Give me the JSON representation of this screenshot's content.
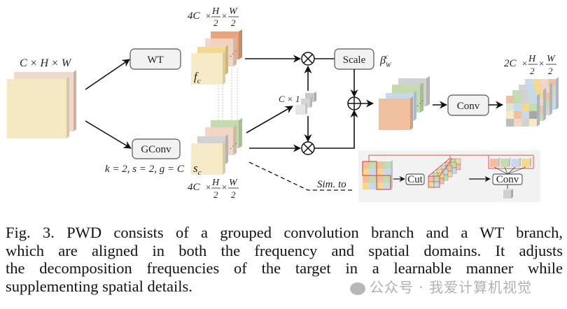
{
  "diagram": {
    "input": {
      "label": "C × H × W"
    },
    "wt_box": {
      "label": "WT"
    },
    "gconv_box": {
      "label": "GConv",
      "params": "k = 2, s = 2, g = C"
    },
    "fc_stack": {
      "dims": "4C × H/2 × W/2",
      "symbol": "f",
      "subscript": "c"
    },
    "sc_stack": {
      "dims": "4C × H/2 × W/2",
      "symbol": "s",
      "subscript": "c"
    },
    "weight_vector": {
      "label": "C × 1"
    },
    "scale_box": {
      "label": "Scale",
      "beta_symbol": "β",
      "beta_sub": "W",
      "beta_sup": "c"
    },
    "conv_box": {
      "label": "Conv"
    },
    "output": {
      "dims": "2C × H/2 × W/2"
    },
    "sim_to": {
      "label": "Sim. to"
    },
    "inset": {
      "cut_label": "Cut",
      "conv_label": "Conv"
    },
    "frac": {
      "H": "H",
      "W": "W",
      "two": "2",
      "fourC": "4C",
      "twoC": "2C",
      "times": "×"
    },
    "colors": {
      "input_front": "#f5e9c4",
      "input_back": "#f0d9cb",
      "orange": "#e9a47f",
      "peach": "#f2d6c6",
      "yellow": "#f2d98f",
      "cream": "#f6ebc6",
      "green": "#c4dbb0",
      "gray": "#d2d2d2",
      "blue": "#c7d9ea",
      "salmon": "#efbf9e",
      "red_outline": "#e05050",
      "inset_bg": "#f2f2f2",
      "box_fill": "#f2f2f2"
    }
  },
  "caption": {
    "lines": [
      "Fig. 3.  PWD consists of a grouped convolution branch and a WT branch,",
      "which are aligned in both the frequency and spatial domains. It adjusts",
      "the decomposition frequencies of the target in a learnable manner while",
      "supplementing spatial details."
    ]
  },
  "watermark": {
    "text": "公众号 · 我爱计算机视觉"
  }
}
